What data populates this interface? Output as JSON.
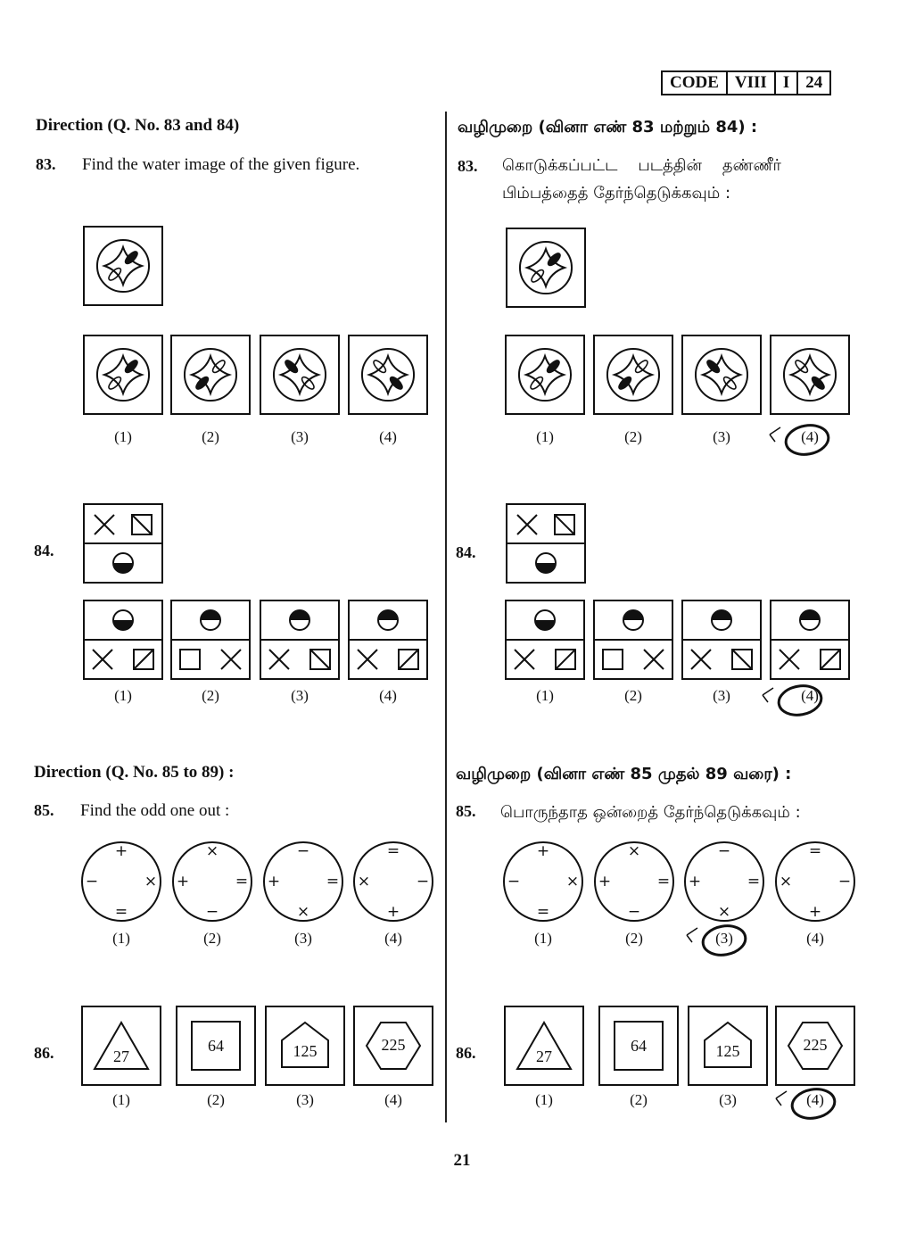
{
  "header": {
    "code": [
      "CODE",
      "VIII",
      "I",
      "24"
    ]
  },
  "left": {
    "direction1": "Direction (Q. No. 83 and 84)",
    "q83": {
      "num": "83.",
      "text": "Find the water image of the given figure."
    },
    "q84": {
      "num": "84."
    },
    "direction2": "Direction (Q. No. 85 to 89) :",
    "q85": {
      "num": "85.",
      "text": "Find the odd one out :"
    },
    "q86": {
      "num": "86."
    }
  },
  "right": {
    "direction1": "வழிமுறை (வினா எண் 83 மற்றும் 84) :",
    "q83": {
      "num": "83.",
      "line1": "கொடுக்கப்பட்ட    படத்தின்    தண்ணீர்",
      "line2": "பிம்பத்தைத் தேர்ந்தெடுக்கவும் :"
    },
    "q84": {
      "num": "84."
    },
    "direction2": "வழிமுறை (வினா எண் 85 முதல் 89 வரை) :",
    "q85": {
      "num": "85.",
      "text": "பொருந்தாத ஒன்றைத் தேர்ந்தெடுக்கவும் :"
    },
    "q86": {
      "num": "86."
    }
  },
  "options": [
    "(1)",
    "(2)",
    "(3)",
    "(4)"
  ],
  "q86_values": [
    "27",
    "64",
    "125",
    "225"
  ],
  "circle_symbols": [
    {
      "top": "+",
      "left": "−",
      "right": "×",
      "bottom": "="
    },
    {
      "top": "×",
      "left": "+",
      "right": "=",
      "bottom": "−"
    },
    {
      "top": "−",
      "left": "+",
      "right": "=",
      "bottom": "×"
    },
    {
      "top": "=",
      "left": "×",
      "right": "−",
      "bottom": "+"
    }
  ],
  "page_number": "21"
}
